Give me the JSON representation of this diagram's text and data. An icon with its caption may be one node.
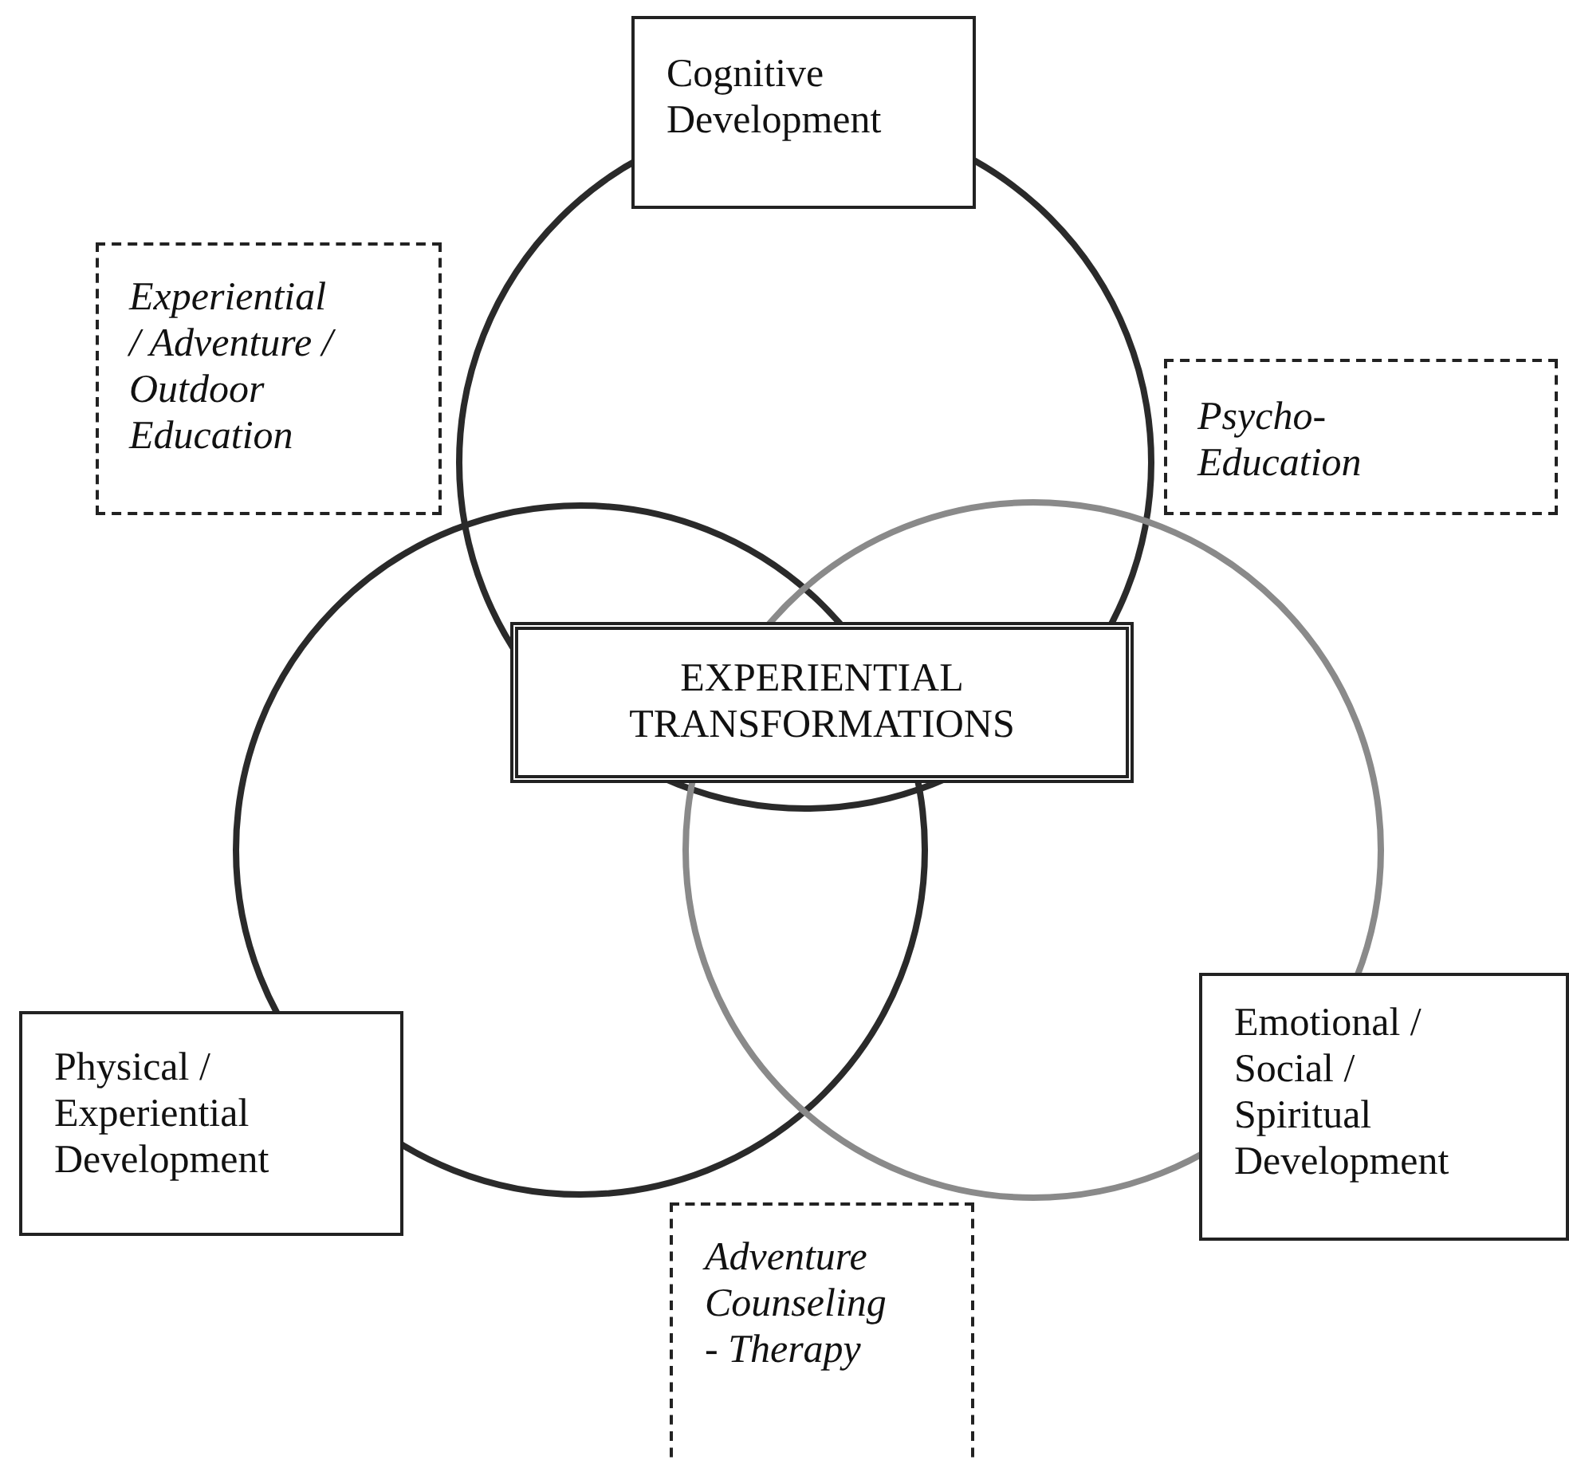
{
  "diagram": {
    "nodes": [
      {
        "text": [
          "Cognitive Development"
        ]
      },
      {
        "text": [
          "Experiential / Adventure / Outdoor Education"
        ]
      },
      {
        "text": [
          "Psycho-Education"
        ]
      },
      {
        "text": [
          "EXPERIENTIAL TRANSFORMATIONS"
        ]
      },
      {
        "text": [
          "Physical / Experiential Development"
        ]
      },
      {
        "text": [
          "Emotional / Social / Spiritual Development"
        ]
      },
      {
        "text": [
          "Adventure Counseling - Therapy"
        ]
      }
    ]
  }
}
